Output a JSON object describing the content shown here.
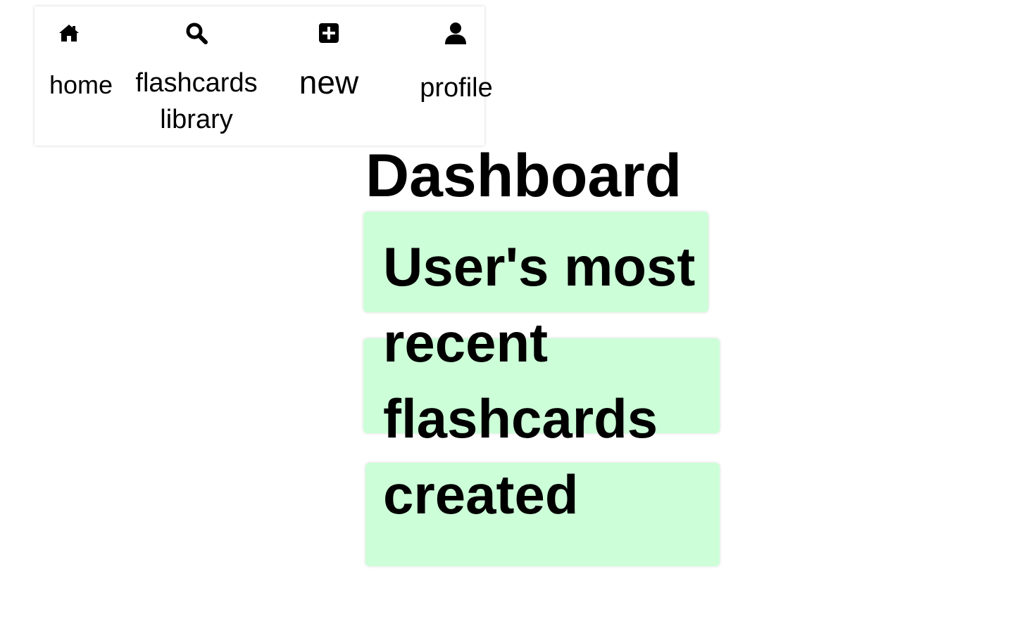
{
  "nav": {
    "items": [
      {
        "id": "home",
        "label": "home",
        "icon": "home-icon"
      },
      {
        "id": "library",
        "label": "flashcards library",
        "icon": "search-icon"
      },
      {
        "id": "new",
        "label": "new",
        "icon": "plus-square-icon"
      },
      {
        "id": "profile",
        "label": "profile",
        "icon": "user-icon"
      }
    ]
  },
  "main": {
    "title": "Dashboard",
    "recent_heading": "User's most recent flashcards created"
  },
  "colors": {
    "card_background": "#ccffd8",
    "text": "#000000",
    "page_background": "#ffffff"
  }
}
